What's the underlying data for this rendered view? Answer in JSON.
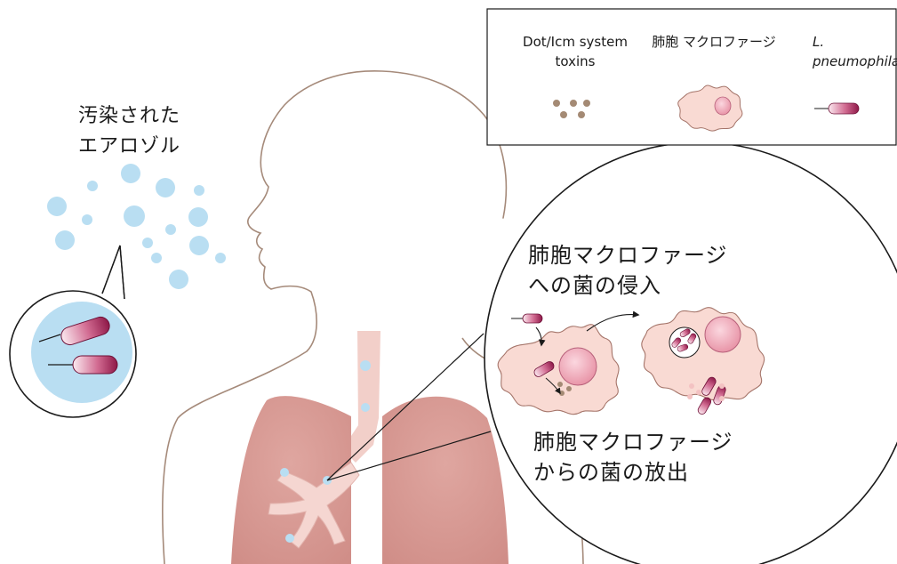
{
  "aerosol_label": "汚染された\nエアロゾル",
  "legend": {
    "toxins": "Dot/Icm system\ntoxins",
    "macrophage": "肺胞\nマクロファージ",
    "bacterium": "L.\npneumophila"
  },
  "invasion_label": "肺胞マクロファージ\nへの菌の侵入",
  "release_label": "肺胞マクロファージ\nからの菌の放出",
  "colors": {
    "aerosol": "#b9def2",
    "lung": "#d69a95",
    "airway": "#f2cfc9",
    "outline": "#a58a7a",
    "macrophage": "#f9dad3",
    "nucleus": "#ec9cab",
    "bacterium": "#9c1f52",
    "toxin": "#a48a74"
  }
}
